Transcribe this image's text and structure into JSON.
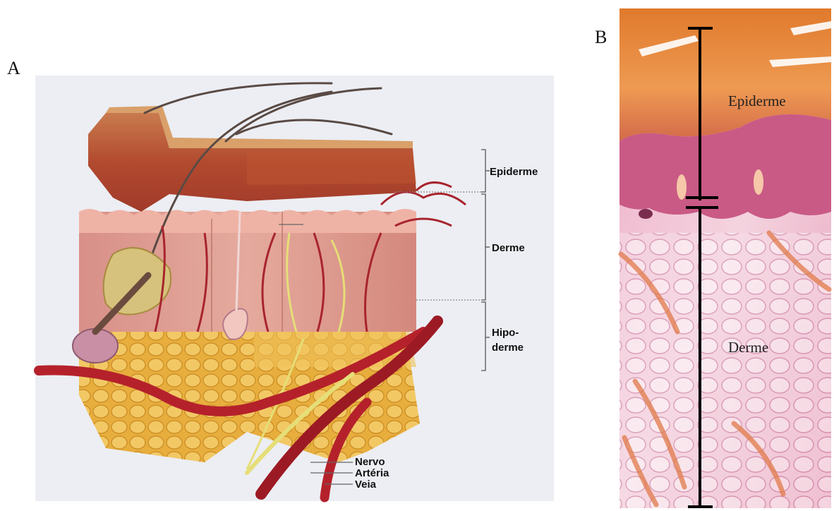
{
  "panel_a": {
    "letter": "A",
    "layers": [
      {
        "name": "epiderme",
        "label": "Epiderme"
      },
      {
        "name": "derme",
        "label": "Derme"
      },
      {
        "name": "hipoderme",
        "label_line1": "Hipo-",
        "label_line2": "derme"
      }
    ],
    "vessels": [
      "Nervo",
      "Artéria",
      "Veia"
    ]
  },
  "panel_b": {
    "letter": "B",
    "layers": [
      "Epiderme",
      "Derme"
    ]
  },
  "colors": {
    "artery": "#b5212b",
    "fat": "#e9b54a",
    "dermis": "#dc9a8e",
    "epidermis_stain": "#e9823a",
    "dermis_stain": "#e7a8c1",
    "nerve": "#e8e07a"
  }
}
